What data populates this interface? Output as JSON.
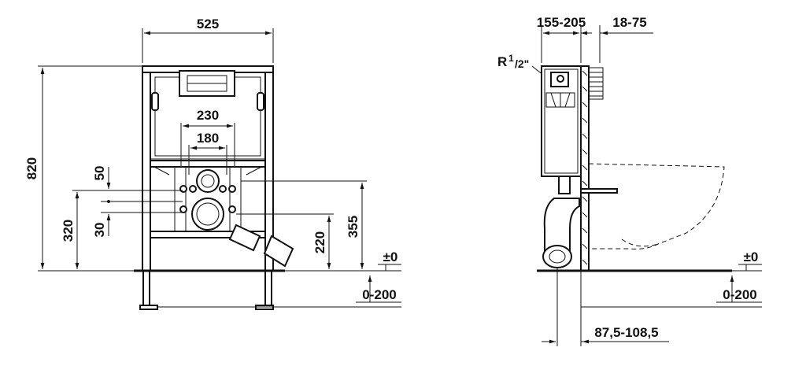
{
  "front_view": {
    "width_label": "525",
    "height_label": "820",
    "inner_width_label": "230",
    "inner_width_small_label": "180",
    "offset_50_label": "50",
    "offset_30_label": "30",
    "height_320_label": "320",
    "height_355_label": "355",
    "height_220_label": "220",
    "floor_zero_label": "±0",
    "foot_range_label": "0-200"
  },
  "side_view": {
    "depth_range_label": "155-205",
    "wall_range_label": "18-75",
    "pipe_label_main": "R",
    "pipe_label_sup": "1",
    "pipe_label_sub": "/2\"",
    "floor_zero_label": "±0",
    "foot_range_label": "0-200",
    "outlet_range_label": "87,5-108,5"
  }
}
